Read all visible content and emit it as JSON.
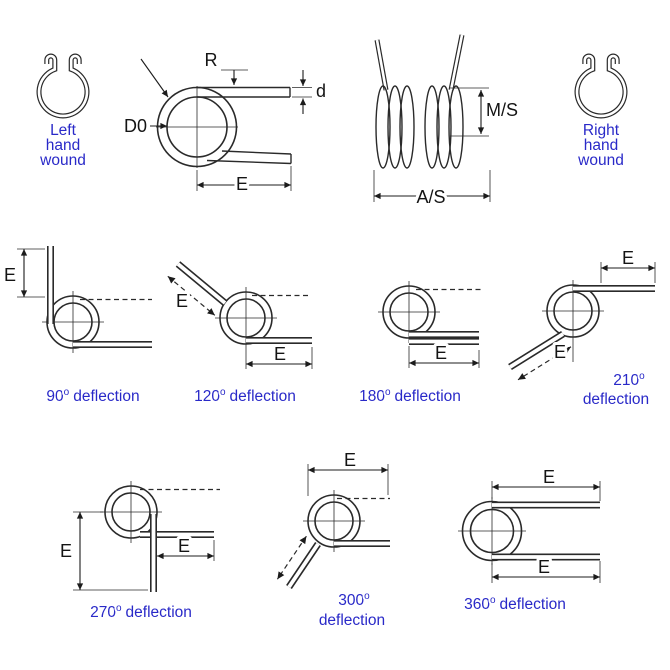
{
  "colors": {
    "line": "#2a2a2a",
    "label_text": "#141414",
    "accent_blue": "#2929c8",
    "background": "#ffffff"
  },
  "wound_labels": {
    "left": [
      "Left",
      "hand",
      "wound"
    ],
    "right": [
      "Right",
      "hand",
      "wound"
    ]
  },
  "dim_labels": {
    "e": "E",
    "r": "R",
    "d": "d",
    "d0": "D0",
    "ms": "M/S",
    "as": "A/S"
  },
  "deflections": [
    {
      "angle": "90",
      "deg": "o",
      "word": "deflection"
    },
    {
      "angle": "120",
      "deg": "o",
      "word": "deflection"
    },
    {
      "angle": "180",
      "deg": "o",
      "word": "deflection"
    },
    {
      "angle": "210",
      "deg": "o",
      "word": "deflection"
    },
    {
      "angle": "270",
      "deg": "o",
      "word": "deflection"
    },
    {
      "angle": "300",
      "deg": "o",
      "word": "deflection"
    },
    {
      "angle": "360",
      "deg": "o",
      "word": "deflection"
    }
  ]
}
